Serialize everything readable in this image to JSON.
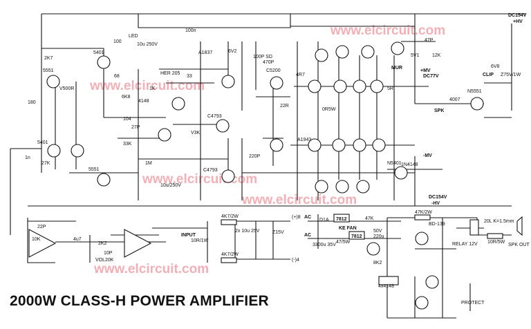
{
  "title": "2000W CLASS-H POWER AMPLIFIER",
  "watermark": "www.elcircuit.com",
  "supply_labels": [
    "DC154V",
    "+HV",
    "+MV",
    "-MV",
    "DC77V",
    "DC154V",
    "-HV",
    "(+)8",
    "(-)4"
  ],
  "transistors": [
    "5551",
    "5401",
    "A1837",
    "C4793",
    "C5200",
    "A1943",
    "N5551",
    "BD-139",
    "N5401",
    "5401",
    "5551",
    "C4793"
  ],
  "resistors": [
    "2K7",
    "100",
    "68",
    "1K",
    "33",
    "180",
    "22R",
    "4R7",
    "104",
    "33K",
    "47K",
    "12K",
    "10K",
    "2K2",
    "27K",
    "6K8",
    "1M",
    "5R",
    "0R5W"
  ],
  "capacitors": [
    "100n",
    "10u 250V",
    "47P",
    "220P",
    "470P",
    "100P SD",
    "27P",
    "1n",
    "22P",
    "10P",
    "10u/250V",
    "3300u 35V",
    "220u",
    "50V",
    "2x 10u 25V"
  ],
  "diodes": [
    "HER 205",
    "4148",
    "1N4148",
    "Z15V",
    "6V2",
    "4x4148",
    "5V1",
    "4007",
    "6V8",
    "8K2",
    "D1A"
  ],
  "other_parts": [
    "LED",
    "V500R",
    "V3K",
    "Z75V/1W",
    "RELAY 12V",
    "SPK OUT",
    "20L K=1.5mm",
    "10R/5W",
    "MUR",
    "CLIP",
    "PROTECT",
    "INPUT",
    "10R/1W",
    "VOL20K",
    "KE FAN",
    "7812",
    "47/5W",
    "4K7/2W",
    "47K/2W",
    "SPK",
    "AC",
    "4u7"
  ]
}
